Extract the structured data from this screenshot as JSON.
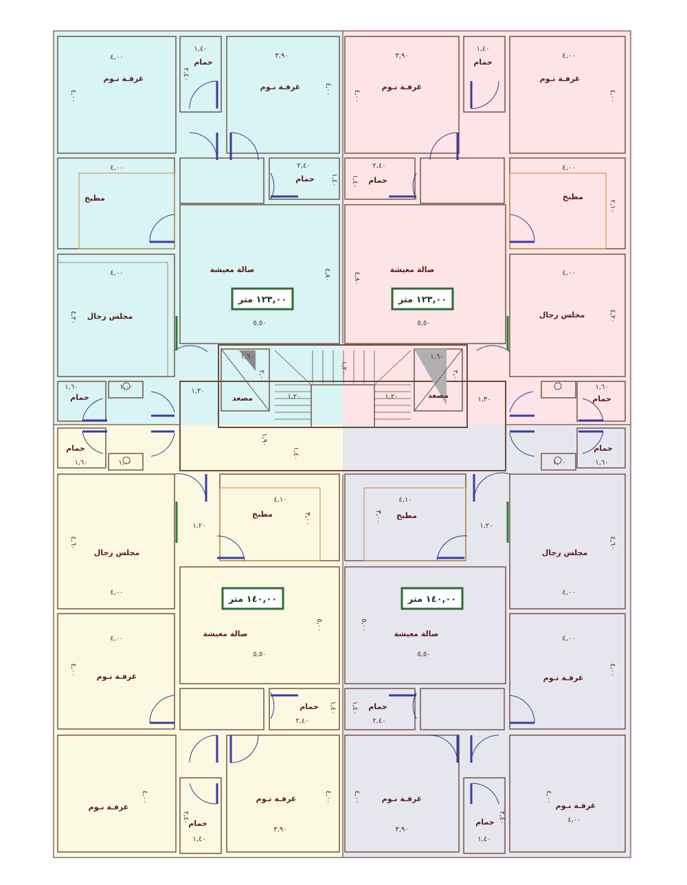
{
  "colors": {
    "unit_top_left": "#d8f4f4",
    "unit_top_right": "#fde4e6",
    "unit_bottom_left": "#fbf9e2",
    "unit_bottom_right": "#e6e6ee",
    "wall": "#6b4a3a",
    "area_box_border": "#2e6b34",
    "text": "#5a1a1a"
  },
  "labels": {
    "bedroom": "غرفـة نـوم",
    "bedroom_alt": "غرفـة نـوم",
    "bathroom": "حمام",
    "kitchen": "مطبخ",
    "living": "صالة معيشة",
    "majlis": "مجلس رجال",
    "elevator": "مصعد"
  },
  "areas": {
    "top_left": "١٢٣,٠٠ متر",
    "top_right": "١٢٣,٠٠ متر",
    "bottom_left": "١٤٠,٠٠ متر",
    "bottom_right": "١٤٠,٠٠ متر"
  },
  "dims": {
    "d400": "٤,٠٠",
    "d390": "٣,٩٠",
    "d140": "١,٤٠",
    "d240": "٢,٤٠",
    "d550": "٥,٥٠",
    "d480": "٤,٨٠",
    "d420": "٤,٢٠",
    "d410": "٤,١٠",
    "d160": "١,٦٠",
    "d130": "١,٣٠",
    "d120": "١,٢٠",
    "d190": "١,٩٠",
    "d100": "١,٠٠",
    "d260": "٢,٦٠",
    "d460": "٤,٦٠",
    "d500": "٥,٠٠",
    "d300": "٣,٠٠",
    "d210": "٢,١٠",
    "d200": "٢,٠٠"
  }
}
